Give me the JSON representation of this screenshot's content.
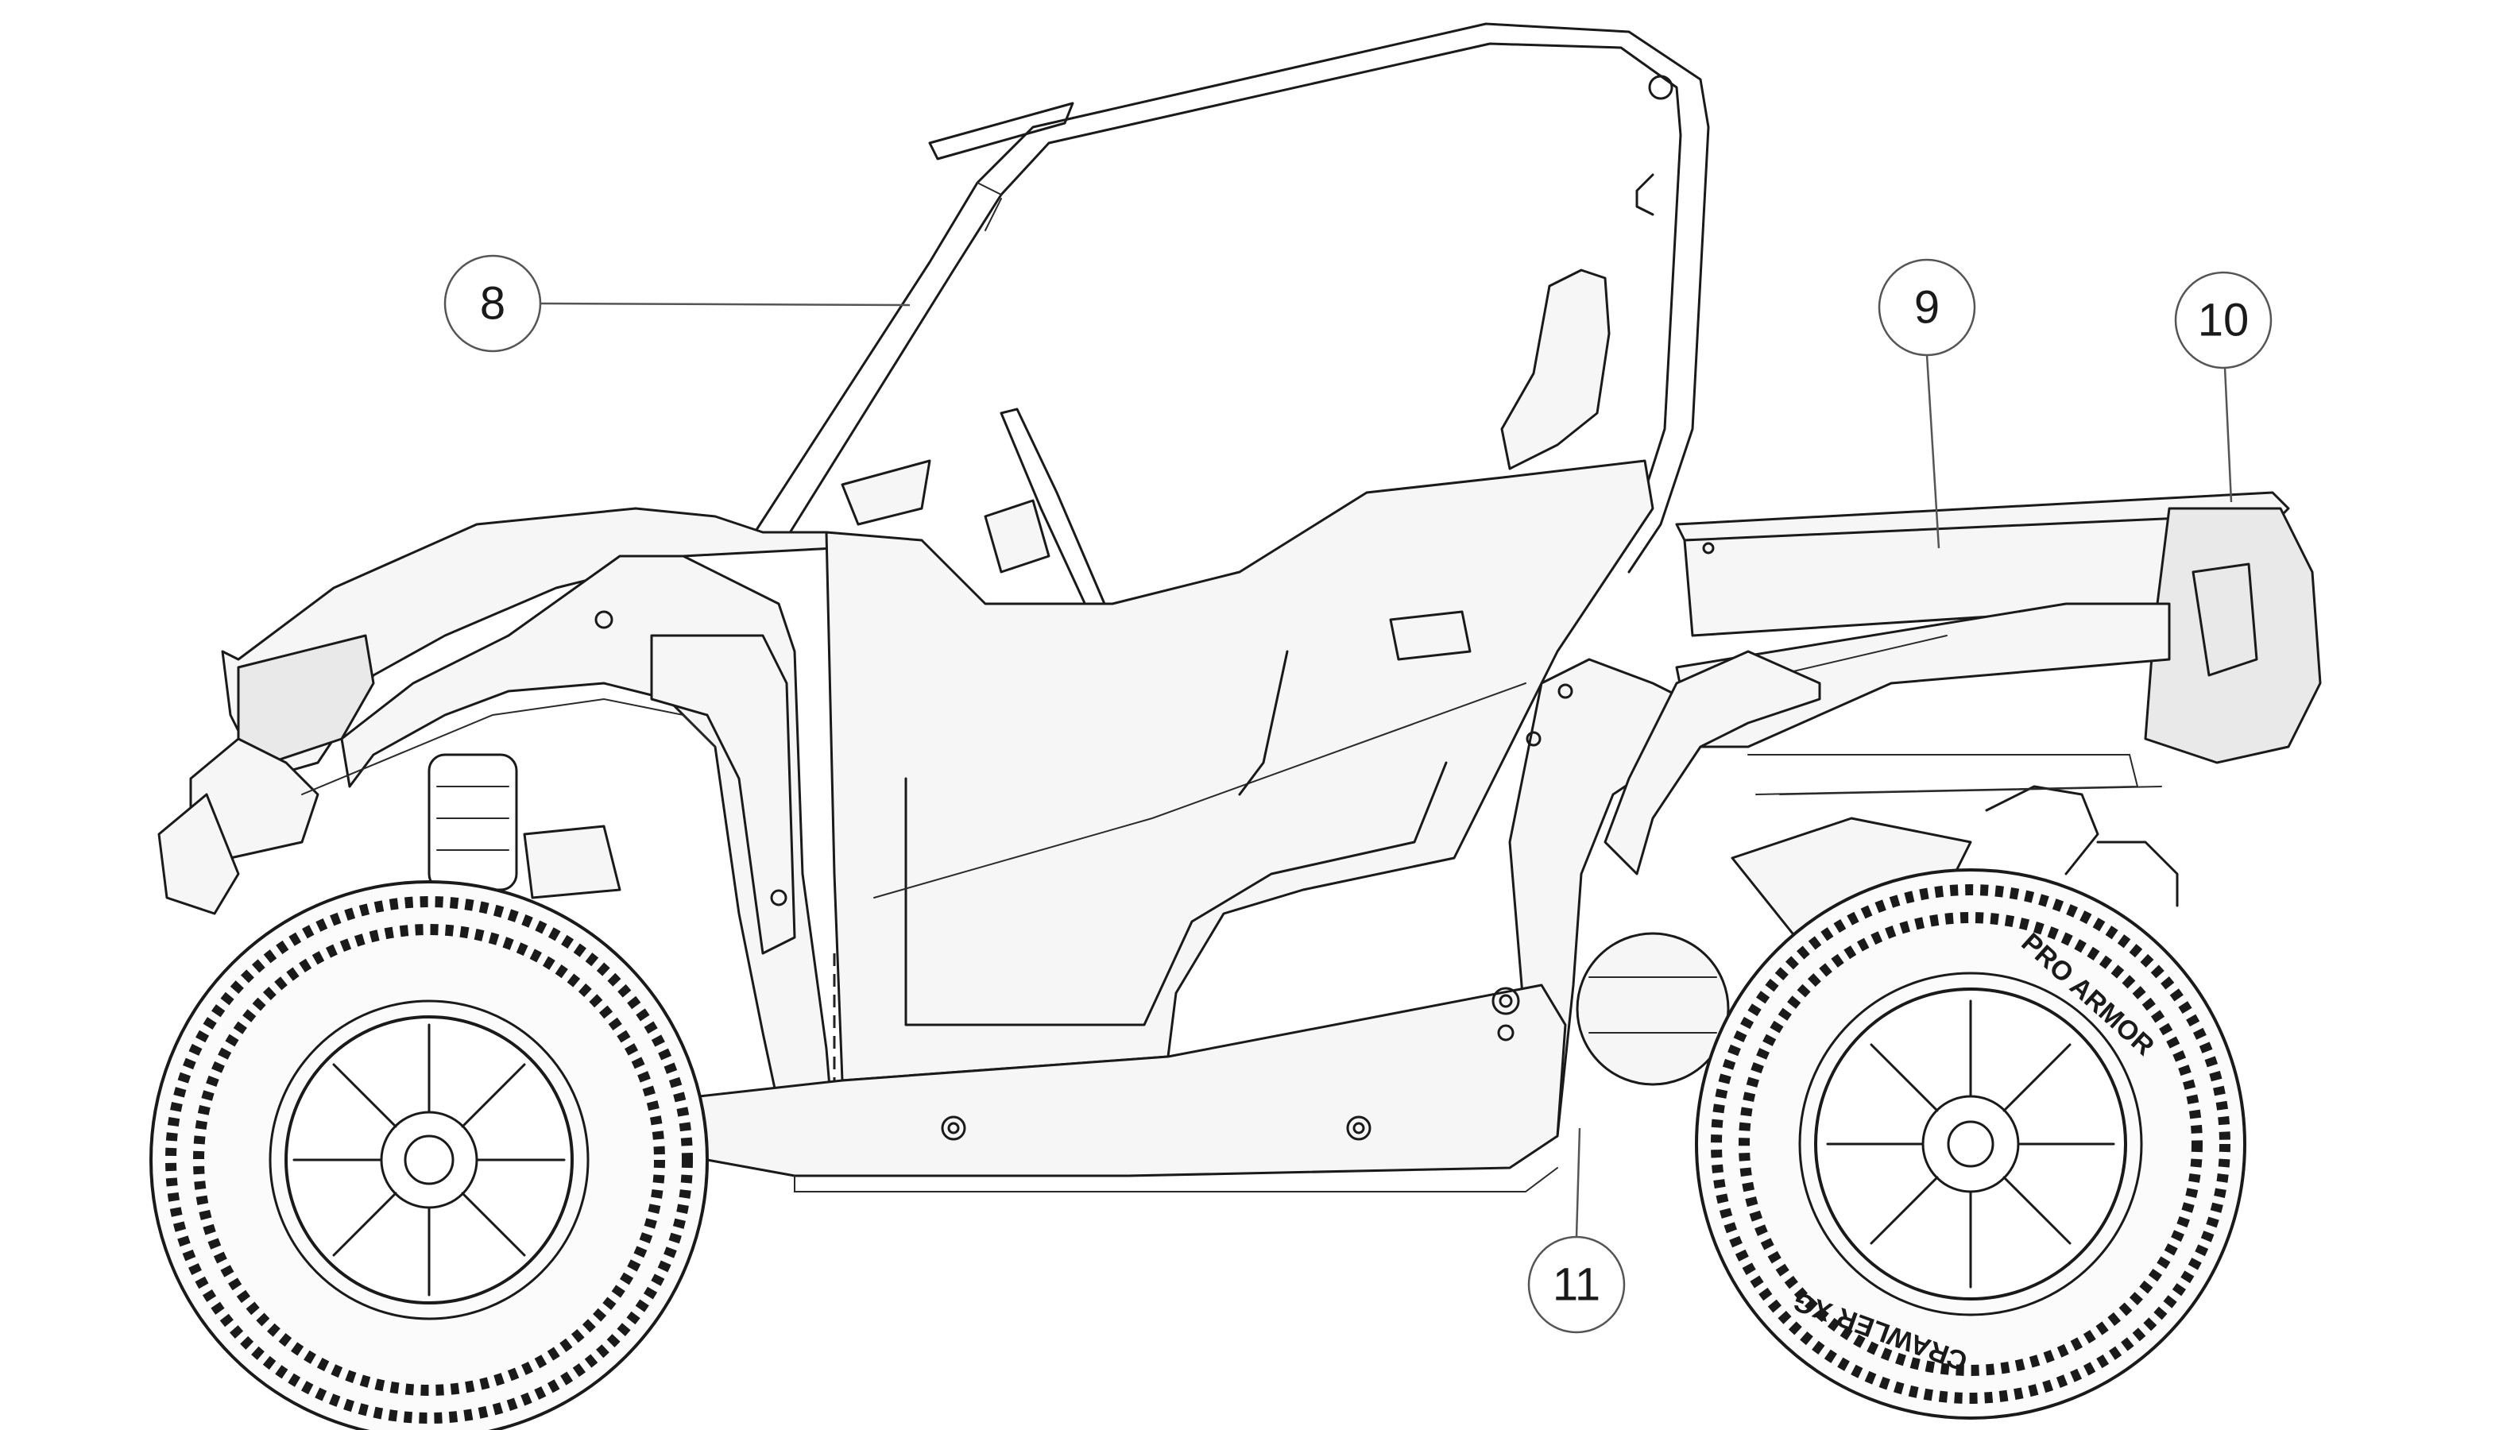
{
  "callouts": [
    {
      "label": "8"
    },
    {
      "label": "9"
    },
    {
      "label": "10"
    },
    {
      "label": "11"
    }
  ],
  "tire_text": {
    "brand": "PRO ARMOR",
    "model": "CRAWLER XG"
  },
  "colors": {
    "line": "#1a1a1a",
    "panel": "#f6f6f6",
    "callout_stroke": "#555555"
  }
}
